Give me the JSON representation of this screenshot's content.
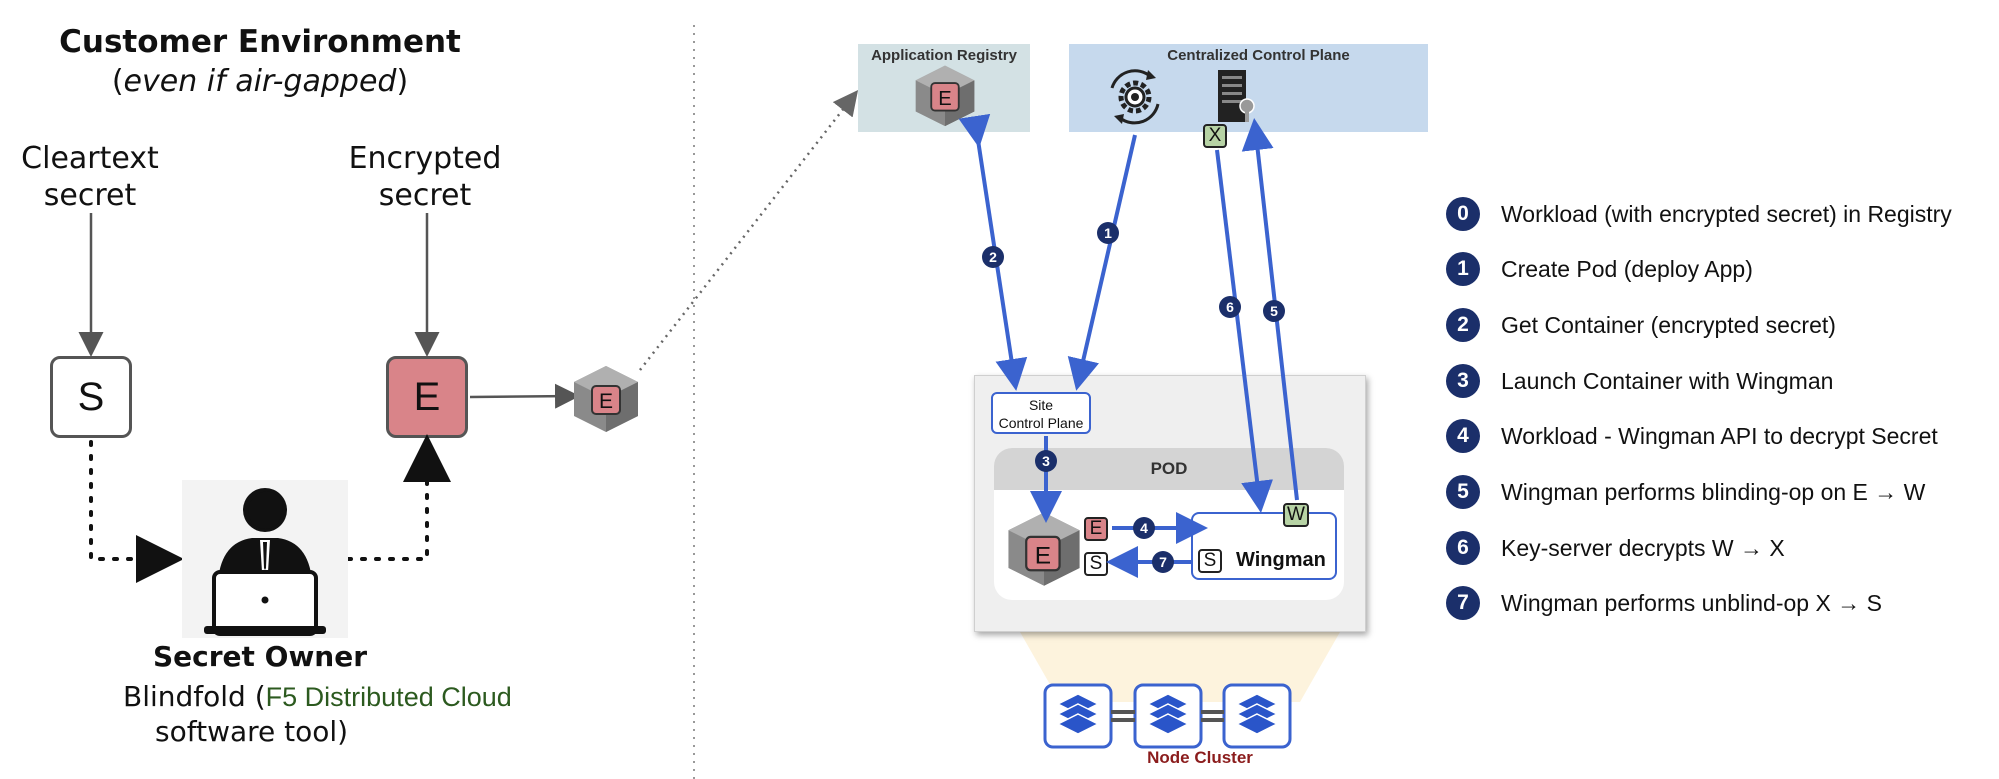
{
  "customer": {
    "title": "Customer Environment",
    "subtitle_open": "(",
    "subtitle_italic": "even if air-gapped",
    "subtitle_close": ")",
    "cleartext_line1": "Cleartext",
    "cleartext_line2": "secret",
    "encrypted_line1": "Encrypted",
    "encrypted_line2": "secret",
    "cleartext_key": "S",
    "encrypted_key": "E",
    "container_letter": "E",
    "owner_title": "Secret Owner",
    "owner_tool_prefix": "Blindfold (",
    "owner_tool_brand": "F5 Distributed Cloud",
    "owner_tool_line2": "software tool)"
  },
  "cloud": {
    "registry_title": "Application Registry",
    "registry_letter": "E",
    "control_plane_title": "Centralized Control Plane",
    "x_chip": "X",
    "site_cp_line1": "Site",
    "site_cp_line2": "Control Plane",
    "pod_title": "POD",
    "pod_container_letter": "E",
    "chip_e": "E",
    "chip_s": "S",
    "wingman_w": "W",
    "wingman_s": "S",
    "wingman_label": "Wingman",
    "node_cluster_label": "Node Cluster",
    "step_badges": [
      "2",
      "1",
      "6",
      "5",
      "3",
      "4",
      "7"
    ]
  },
  "legend": [
    {
      "num": "0",
      "text": "Workload (with encrypted secret) in Registry"
    },
    {
      "num": "1",
      "text": "Create Pod (deploy App)"
    },
    {
      "num": "2",
      "text": "Get Container (encrypted secret)"
    },
    {
      "num": "3",
      "text": "Launch Container with Wingman"
    },
    {
      "num": "4",
      "text": "Workload - Wingman API to decrypt Secret"
    },
    {
      "num": "5",
      "text": "Wingman performs blinding-op on E → W"
    },
    {
      "num": "6",
      "text": "Key-server decrypts W → X"
    },
    {
      "num": "7",
      "text": "Wingman performs unblind-op X → S"
    }
  ],
  "colors": {
    "arrow_blue": "#3b63cf",
    "badge_navy": "#1b2f6a",
    "encrypted_red": "#d98489",
    "registry_bg": "#d3e1e4",
    "control_plane_bg": "#c6d9ed",
    "chip_green": "#b7d3a5",
    "brand_green": "#2c5a1f",
    "node_cluster_red": "#8b1c1c"
  }
}
